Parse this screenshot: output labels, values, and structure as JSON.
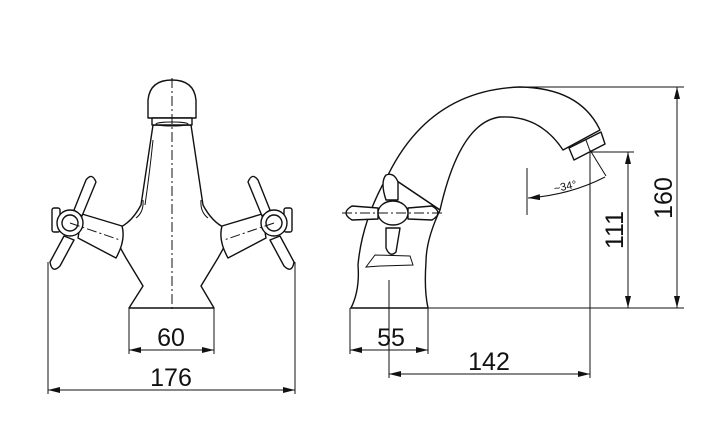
{
  "front_view": {
    "dimensions": {
      "base_width": "60",
      "overall_width": "176"
    }
  },
  "side_view": {
    "dimensions": {
      "base_width": "55",
      "spout_reach": "142",
      "outlet_height": "111",
      "overall_height": "160",
      "outlet_angle": "~34°"
    }
  }
}
